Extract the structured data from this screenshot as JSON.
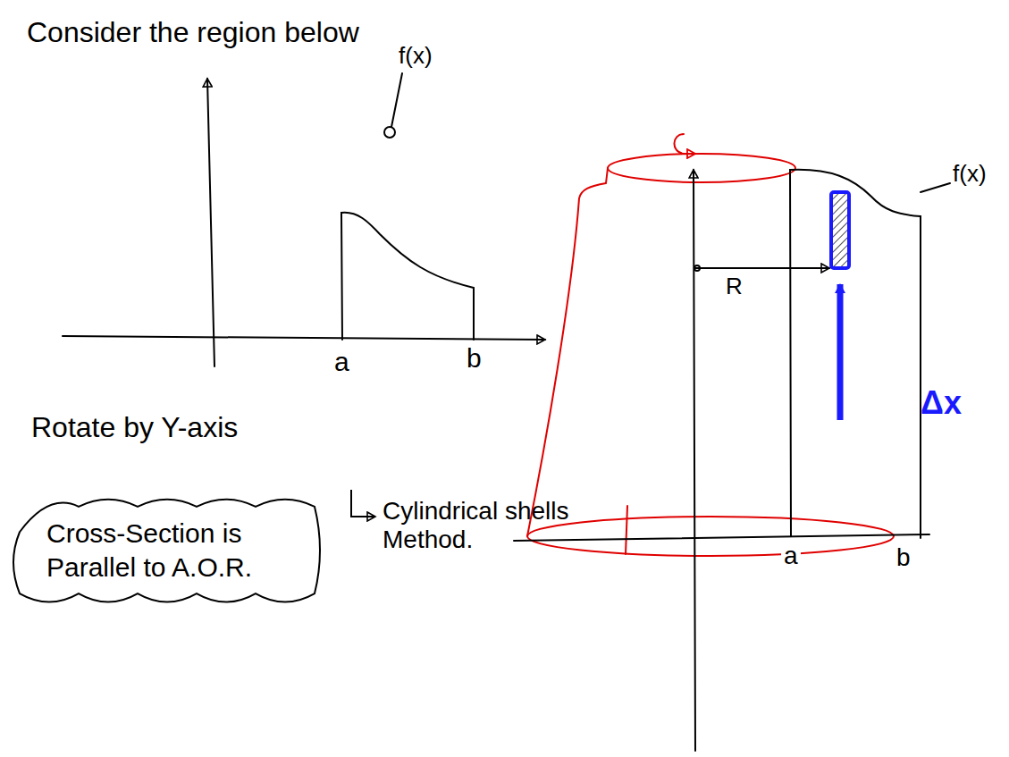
{
  "diagram": {
    "nodes": [
      {
        "text": [
          "Cross-Section is Parallel to A.O.R."
        ]
      }
    ],
    "labels": [
      "Consider the region below",
      "f(x)",
      "a",
      "b",
      "Rotate by Y-axis",
      "f(x)",
      "R",
      "a",
      "b",
      "Δx",
      "Cylindrical shells Method."
    ]
  }
}
